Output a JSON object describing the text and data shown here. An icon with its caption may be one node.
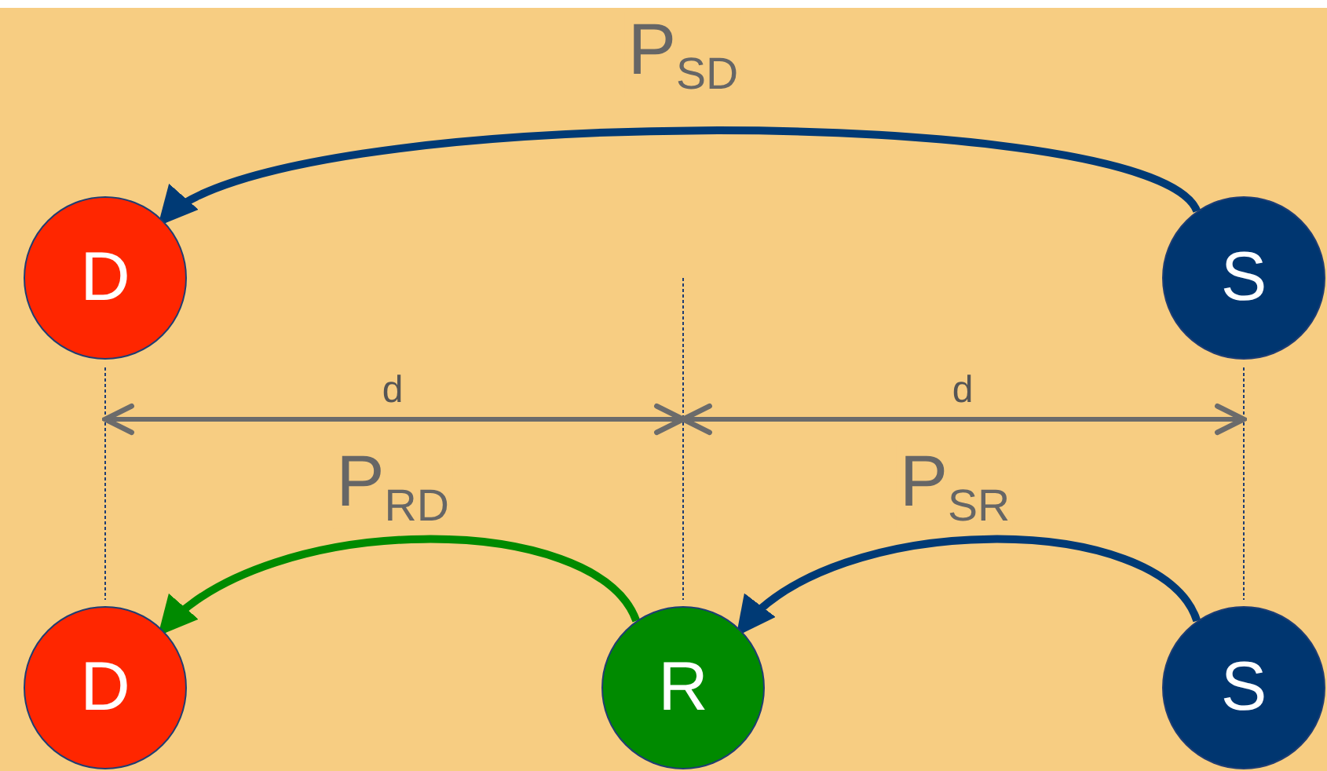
{
  "diagram": {
    "nodes": [
      {
        "text": [
          "D"
        ]
      },
      {
        "text": [
          "S"
        ]
      },
      {
        "text": [
          "D"
        ]
      },
      {
        "text": [
          "R"
        ]
      },
      {
        "text": [
          "S"
        ]
      }
    ],
    "edges": [
      {
        "from": 1,
        "to": 0,
        "arrow": "to",
        "label": "P$_{SD}$"
      },
      {
        "from": 3,
        "to": 2,
        "arrow": "to",
        "label": "P$_{RD}$",
        "color": "#008a00"
      },
      {
        "from": 4,
        "to": 3,
        "arrow": "to",
        "label": "P$_{SR}$"
      }
    ],
    "labels": [
      "d",
      "d"
    ]
  }
}
